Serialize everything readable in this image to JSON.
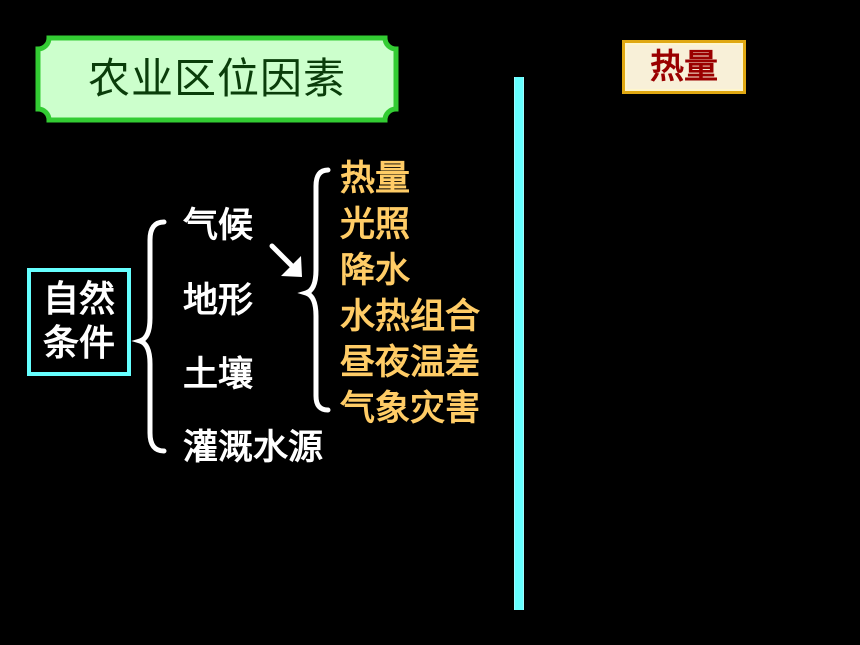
{
  "title": "农业区位因素",
  "tag_label": "热量",
  "nature_box": {
    "line1": "自然",
    "line2": "条件"
  },
  "factors": [
    "气候",
    "地形",
    "土壤",
    "灌溉水源"
  ],
  "climate_items": [
    "热量",
    "光照",
    "降水",
    "水热组合",
    "昼夜温差",
    "气象灾害"
  ],
  "colors": {
    "background": "#000000",
    "title_fill": "#ccffcc",
    "title_border": "#33cc33",
    "accent_cyan": "#66ffff",
    "climate_text": "#ffcc66",
    "tag_text": "#9a0000",
    "tag_border": "#e0a812"
  }
}
